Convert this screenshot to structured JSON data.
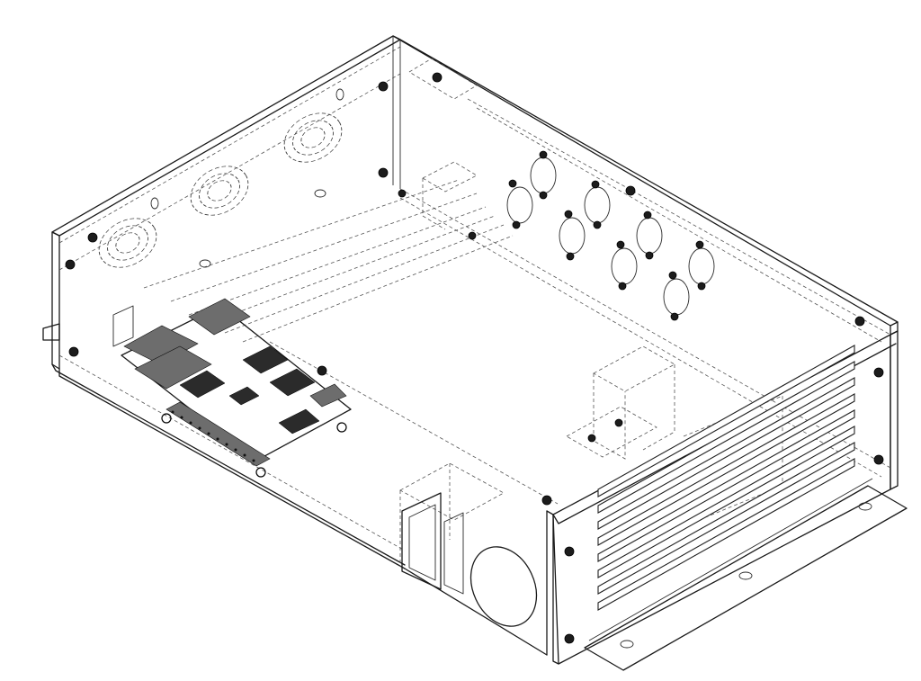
{
  "figure": {
    "kind": "isometric-line-drawing",
    "subject": "enclosure-with-board",
    "line_color": "#1a1a1a",
    "background_color": "#ffffff",
    "hidden_line_color": "#555555"
  },
  "components": {
    "fan_cutouts": 3,
    "side_mount_hole_pairs": 9,
    "vent_slots": 8,
    "corner_fasteners": 10
  },
  "icons": {
    "fastener": "hex-nut-icon",
    "fan": "fan-grille-icon",
    "board": "circuit-board-icon"
  }
}
